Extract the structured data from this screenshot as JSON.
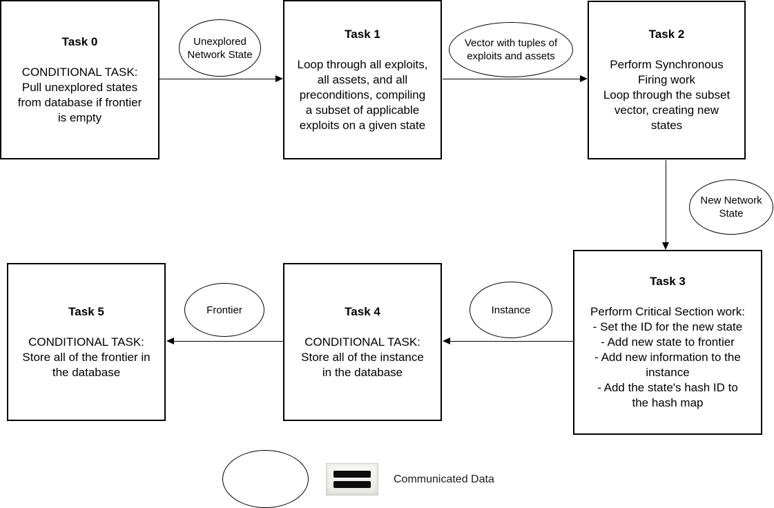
{
  "page": {
    "background_color": "#ffffff",
    "stroke_color": "#000000",
    "text_color": "#000000"
  },
  "tasks": [
    {
      "title": "Task 0",
      "body": "CONDITIONAL TASK:\nPull unexplored states\nfrom database if frontier\nis empty"
    },
    {
      "title": "Task 1",
      "body": "Loop through all exploits,\nall assets, and all\npreconditions, compiling\na subset of applicable\nexploits on a given state"
    },
    {
      "title": "Task 2",
      "body": "Perform Synchronous\nFiring work\nLoop through the subset\nvector, creating new\nstates"
    },
    {
      "title": "Task 3",
      "body": "Perform Critical Section work:\n- Set the ID for the new state\n- Add new state to frontier\n- Add new information to the\ninstance\n- Add the state's hash ID to\nthe hash map"
    },
    {
      "title": "Task 4",
      "body": "CONDITIONAL TASK:\nStore all of the instance\nin the database"
    },
    {
      "title": "Task 5",
      "body": "CONDITIONAL TASK:\nStore all of the frontier in\nthe database"
    }
  ],
  "data_labels": [
    {
      "label": "Unexplored\nNetwork State"
    },
    {
      "label": "Vector with tuples of\nexploits and assets"
    },
    {
      "label": "New Network\nState"
    },
    {
      "label": "Instance"
    },
    {
      "label": "Frontier"
    }
  ],
  "legend": {
    "label": "Communicated Data"
  }
}
